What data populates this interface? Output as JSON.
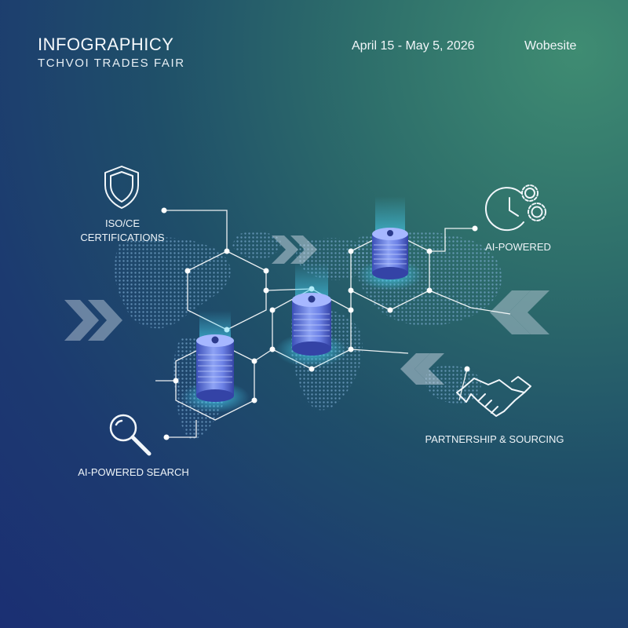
{
  "header": {
    "title": "INFOGRAPHICY",
    "subtitle": "TCHVOI TRADES FAIR",
    "date": "April 15 - May 5, 2026",
    "website": "Wobesite"
  },
  "features": {
    "iso": {
      "line1": "ISO/CE",
      "line2": "CERTIFICATIONS",
      "icon": "shield-icon"
    },
    "ai_powered": {
      "label": "AI-POWERED",
      "icon": "clock-gears-icon"
    },
    "search": {
      "label": "AI-POWERED SEARCH",
      "icon": "magnifier-icon"
    },
    "partnership": {
      "label": "PARTNERSHIP & SOURCING",
      "icon": "handshake-icon"
    }
  },
  "colors": {
    "background_top_right": "#3f8c72",
    "background_bottom_left": "#1b2f73",
    "cylinder": "#6f86e8",
    "glow": "#49d1f2",
    "line": "#ffffff"
  }
}
